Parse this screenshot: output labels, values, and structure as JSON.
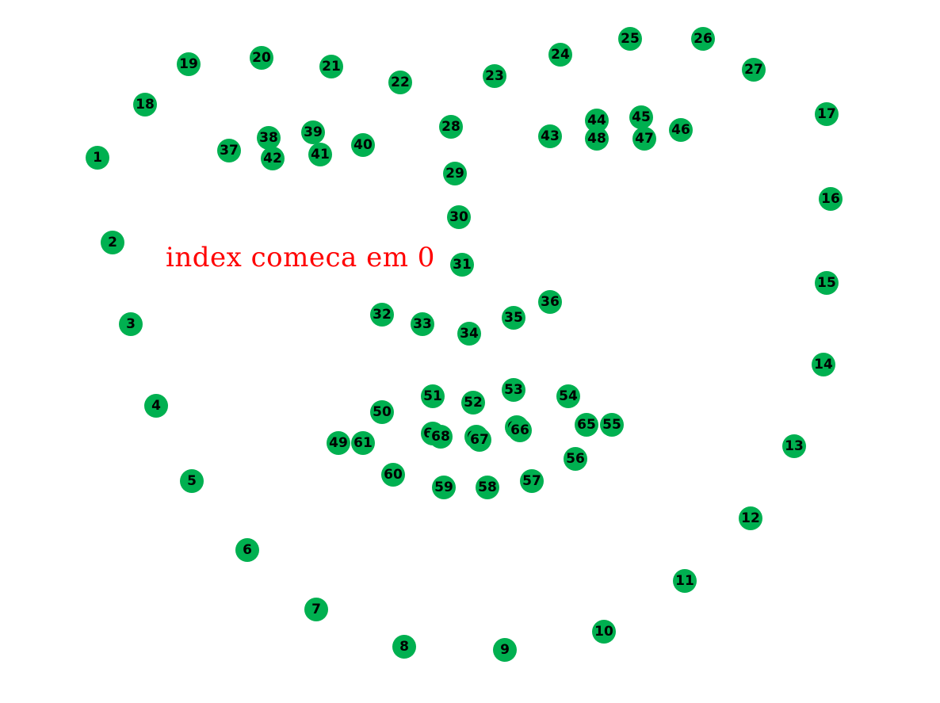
{
  "annotation": {
    "text": "index comeca em 0",
    "color": "#ff0000"
  },
  "colors": {
    "dot": "#00b050",
    "label": "#000000",
    "background": "#ffffff"
  },
  "landmarks": [
    {
      "label": "1"
    },
    {
      "label": "2"
    },
    {
      "label": "3"
    },
    {
      "label": "4"
    },
    {
      "label": "5"
    },
    {
      "label": "6"
    },
    {
      "label": "7"
    },
    {
      "label": "8"
    },
    {
      "label": "9"
    },
    {
      "label": "10"
    },
    {
      "label": "11"
    },
    {
      "label": "12"
    },
    {
      "label": "13"
    },
    {
      "label": "14"
    },
    {
      "label": "15"
    },
    {
      "label": "16"
    },
    {
      "label": "17"
    },
    {
      "label": "18"
    },
    {
      "label": "19"
    },
    {
      "label": "20"
    },
    {
      "label": "21"
    },
    {
      "label": "22"
    },
    {
      "label": "23"
    },
    {
      "label": "24"
    },
    {
      "label": "25"
    },
    {
      "label": "26"
    },
    {
      "label": "27"
    },
    {
      "label": "28"
    },
    {
      "label": "29"
    },
    {
      "label": "30"
    },
    {
      "label": "31"
    },
    {
      "label": "32"
    },
    {
      "label": "33"
    },
    {
      "label": "34"
    },
    {
      "label": "35"
    },
    {
      "label": "36"
    },
    {
      "label": "37"
    },
    {
      "label": "38"
    },
    {
      "label": "39"
    },
    {
      "label": "40"
    },
    {
      "label": "41"
    },
    {
      "label": "42"
    },
    {
      "label": "43"
    },
    {
      "label": "44"
    },
    {
      "label": "45"
    },
    {
      "label": "46"
    },
    {
      "label": "47"
    },
    {
      "label": "48"
    },
    {
      "label": "49"
    },
    {
      "label": "50"
    },
    {
      "label": "51"
    },
    {
      "label": "52"
    },
    {
      "label": "53"
    },
    {
      "label": "54"
    },
    {
      "label": "55"
    },
    {
      "label": "56"
    },
    {
      "label": "57"
    },
    {
      "label": "58"
    },
    {
      "label": "59"
    },
    {
      "label": "60"
    },
    {
      "label": "61"
    },
    {
      "label": "62"
    },
    {
      "label": "63"
    },
    {
      "label": "64"
    },
    {
      "label": "65"
    },
    {
      "label": "66"
    },
    {
      "label": "67"
    },
    {
      "label": "68"
    }
  ]
}
